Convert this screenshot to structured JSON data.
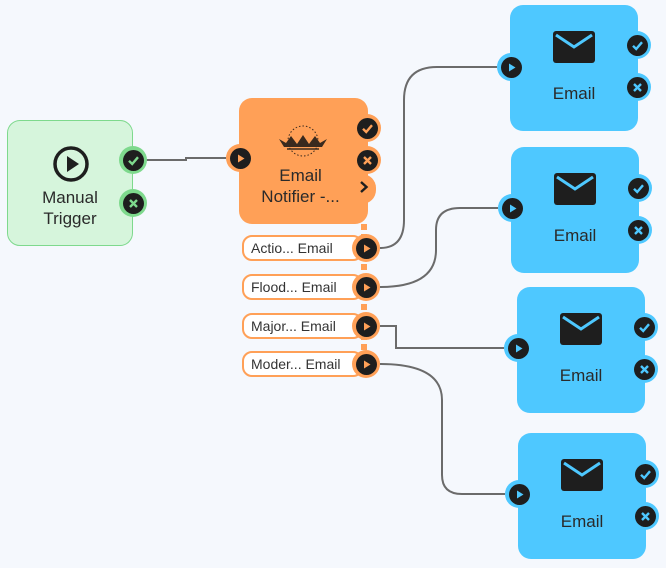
{
  "canvas": {
    "background": "#f5f8fd"
  },
  "colors": {
    "trigger": "#d6f5dc",
    "trigger_port": "#7ed98d",
    "notifier": "#ffa057",
    "email": "#4ec8ff",
    "wire": "#6b6b6b"
  },
  "trigger_node": {
    "label": "Manual\nTrigger",
    "icon": "play-circle-icon"
  },
  "notifier_node": {
    "label": "Email\nNotifier -...",
    "icon": "notifier-logo-icon",
    "expand_icon": "chevron-right-icon"
  },
  "branches": [
    {
      "label": "Actio... Email"
    },
    {
      "label": "Flood... Email"
    },
    {
      "label": "Major... Email"
    },
    {
      "label": "Moder... Email"
    }
  ],
  "email_nodes": [
    {
      "label": "Email",
      "icon": "envelope-icon"
    },
    {
      "label": "Email",
      "icon": "envelope-icon"
    },
    {
      "label": "Email",
      "icon": "envelope-icon"
    },
    {
      "label": "Email",
      "icon": "envelope-icon"
    }
  ],
  "port_icons": {
    "input": "play-icon",
    "success": "check-icon",
    "failure": "x-icon"
  }
}
